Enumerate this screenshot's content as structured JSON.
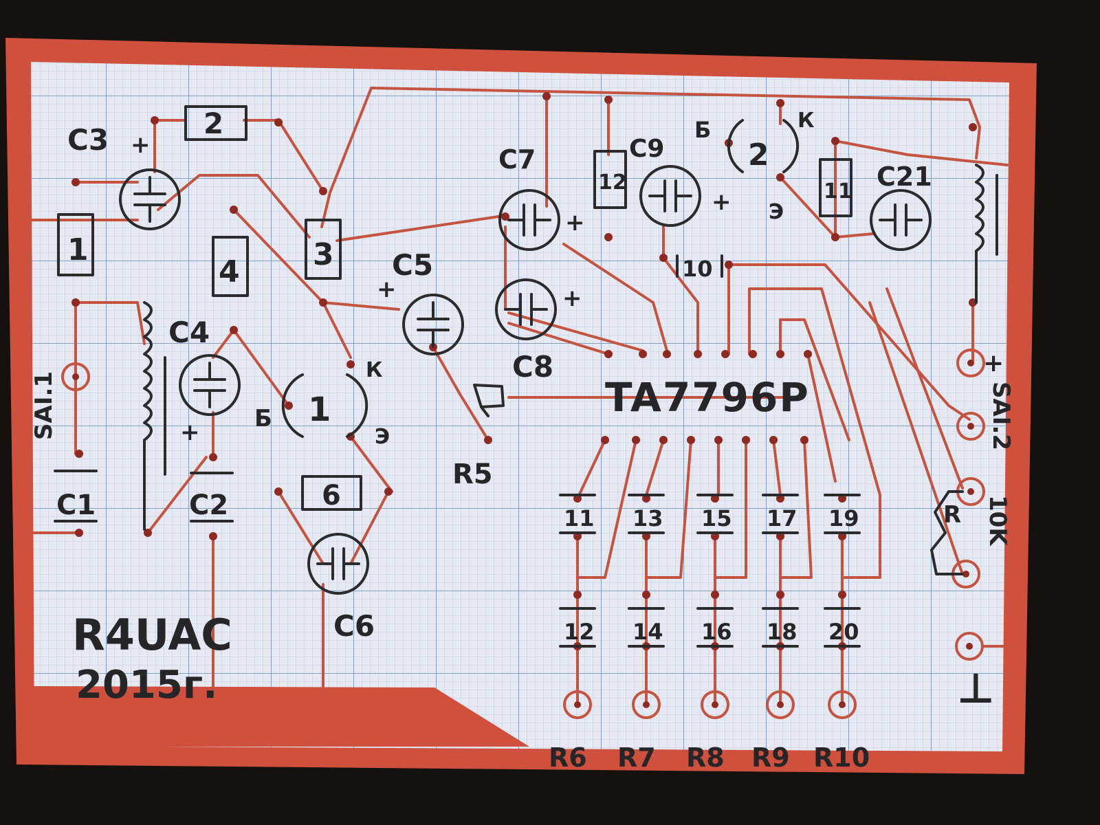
{
  "title": "TA7796P",
  "author": "R4UAC",
  "year": "2015г.",
  "connectors": {
    "sai1": "SAI.1",
    "sai2": "SAI.2"
  },
  "capacitors": {
    "c1": "C1",
    "c2": "C2",
    "c3": "C3",
    "c4": "C4",
    "c5": "C5",
    "c6": "C6",
    "c7": "C7",
    "c8": "C8",
    "c9": "C9",
    "c21": "C21"
  },
  "resistors": {
    "r1": "1",
    "r2": "2",
    "r3": "3",
    "r4": "4",
    "r6": "6",
    "r10": "10",
    "r11": "11",
    "r12": "12",
    "r5": "R5",
    "rpot": "R",
    "rpot_value": "10K"
  },
  "transistors": [
    {
      "label": "1",
      "base": "Б",
      "collector": "К",
      "emitter": "Э"
    },
    {
      "label": "2",
      "base": "Б",
      "collector": "К",
      "emitter": "Э"
    }
  ],
  "plus": "+",
  "filter_caps_top": [
    "11",
    "13",
    "15",
    "17",
    "19"
  ],
  "filter_caps_bottom": [
    "12",
    "14",
    "16",
    "18",
    "20"
  ],
  "outputs": [
    "R6",
    "R7",
    "R8",
    "R9",
    "R10"
  ],
  "ground": "⊥",
  "colors": {
    "paper": "#e6e9f2",
    "copper": "#c45440",
    "border": "#d0503e",
    "ink": "#2b2a2c"
  }
}
